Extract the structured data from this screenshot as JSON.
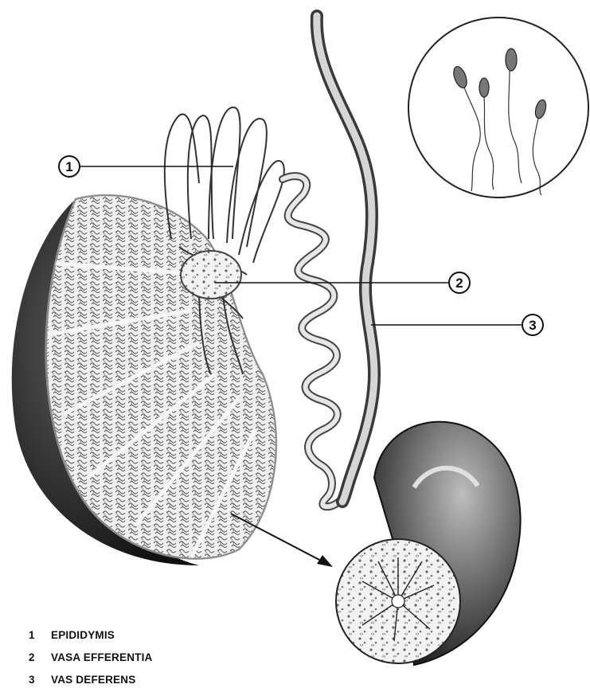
{
  "callouts": [
    {
      "number": "1"
    },
    {
      "number": "2"
    },
    {
      "number": "3"
    }
  ],
  "legend": [
    {
      "number": "1",
      "label": "EPIDIDYMIS"
    },
    {
      "number": "2",
      "label": "VASA EFFERENTIA"
    },
    {
      "number": "3",
      "label": "VAS DEFERENS"
    }
  ],
  "colors": {
    "ink": "#111111",
    "capsule_dark": "#1c1c1c",
    "tissue_gray": "#9a9a9a",
    "tube_gray": "#d8d8d8",
    "background": "#ffffff"
  },
  "illustrations": [
    "testis-section-illustration",
    "efferent-ducts-illustration",
    "coiled-duct-illustration",
    "vas-deferens-illustration",
    "sperm-cells-inset",
    "tubule-cross-section-illustration"
  ]
}
